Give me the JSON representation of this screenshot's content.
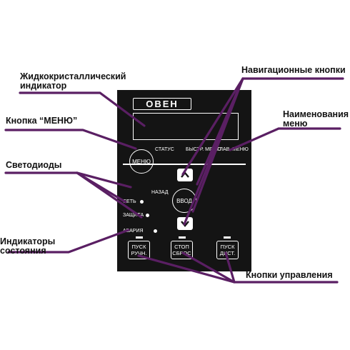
{
  "callouts": {
    "lcd": "Жидкокристаллический индикатор",
    "menu_button": "Кнопка “МЕНЮ”",
    "leds": "Светодиоды",
    "status_indicators": "Индикаторы состояния",
    "nav_buttons": "Навигационные кнопки",
    "menu_names": "Наименования меню",
    "control_buttons": "Кнопки управления"
  },
  "panel": {
    "logo": "ОВЕН",
    "status": "СТАТУС",
    "menu": "МЕНЮ",
    "fast_menu": "БЫСТР. МЕНЮ",
    "main_menu": "ГЛАВ. МЕНЮ",
    "back": "НАЗАД",
    "enter": "ВВОД",
    "network": "СЕТЬ",
    "protection": "ЗАЩИТА",
    "alarm": "АВАРИЯ",
    "start_run": [
      "ПУСК",
      "РУЧН."
    ],
    "stop_reset": [
      "СТОП",
      "СБРОС"
    ],
    "start_remote": [
      "ПУСК",
      "ДИСТ."
    ]
  },
  "colors": {
    "leader_line": "#5a1f63",
    "panel": "#141414"
  }
}
